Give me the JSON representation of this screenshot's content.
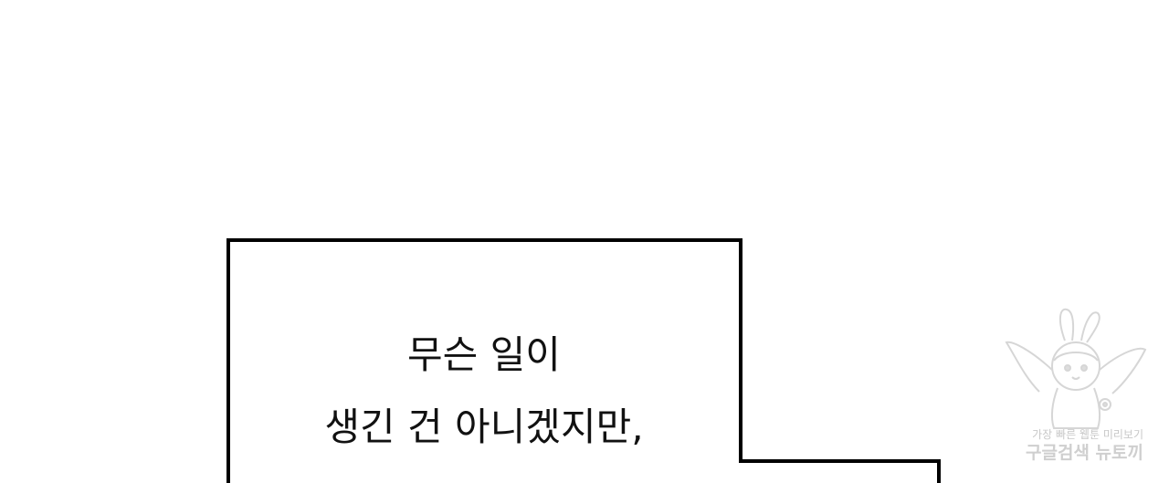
{
  "caption": {
    "line1": "무슨 일이",
    "line2": "생긴 건 아니겠지만,"
  },
  "watermark": {
    "line1": "가장 빠른 웹툰 미리보기",
    "line2": "구글검색 뉴토끼",
    "mascot_icon": "rabbit-mascot-icon"
  },
  "colors": {
    "background": "#ffffff",
    "border": "#000000",
    "text": "#111111",
    "watermark": "#a0a0a0"
  }
}
